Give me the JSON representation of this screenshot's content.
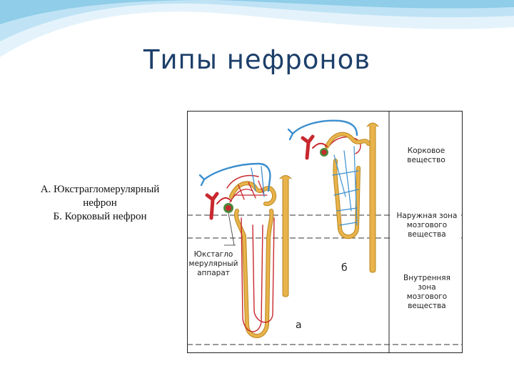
{
  "slide": {
    "title": "Типы нефронов",
    "legend": [
      "А. Юкстрагломерулярный",
      "нефрон",
      "Б. Корковый нефрон"
    ]
  },
  "figure": {
    "zones": {
      "cortex": [
        "Корковое",
        "вещество"
      ],
      "outer_medulla": [
        "Наружная зона",
        "мозгового",
        "вещества"
      ],
      "inner_medulla": [
        "Внутренняя",
        "зона",
        "мозгового",
        "вещества"
      ]
    },
    "jga_label": [
      "Юкстагло",
      "мерулярный",
      "аппарат"
    ],
    "letter_a": "а",
    "letter_b": "б"
  },
  "colors": {
    "title": "#1d3f6a",
    "wave_light": "#cfe9f7",
    "wave_mid": "#8fcde8",
    "artery": "#c8282e",
    "vein": "#3c8fcf",
    "tubule": "#e8b34a",
    "tubule_stroke": "#b98520",
    "jga": "#4a8a3a"
  }
}
